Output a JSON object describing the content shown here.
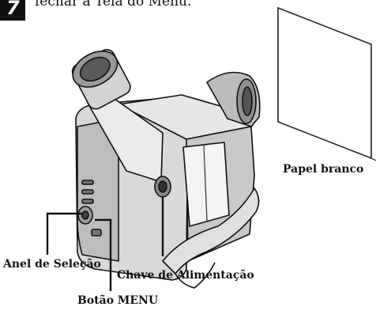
{
  "step": {
    "number": "7"
  },
  "instruction": "fechar a Tela do Menu.",
  "labels": {
    "paper": "Papel branco",
    "ring": "Anel de Seleção",
    "power": "Chave de Alimentação",
    "menu": "Botão MENU"
  }
}
